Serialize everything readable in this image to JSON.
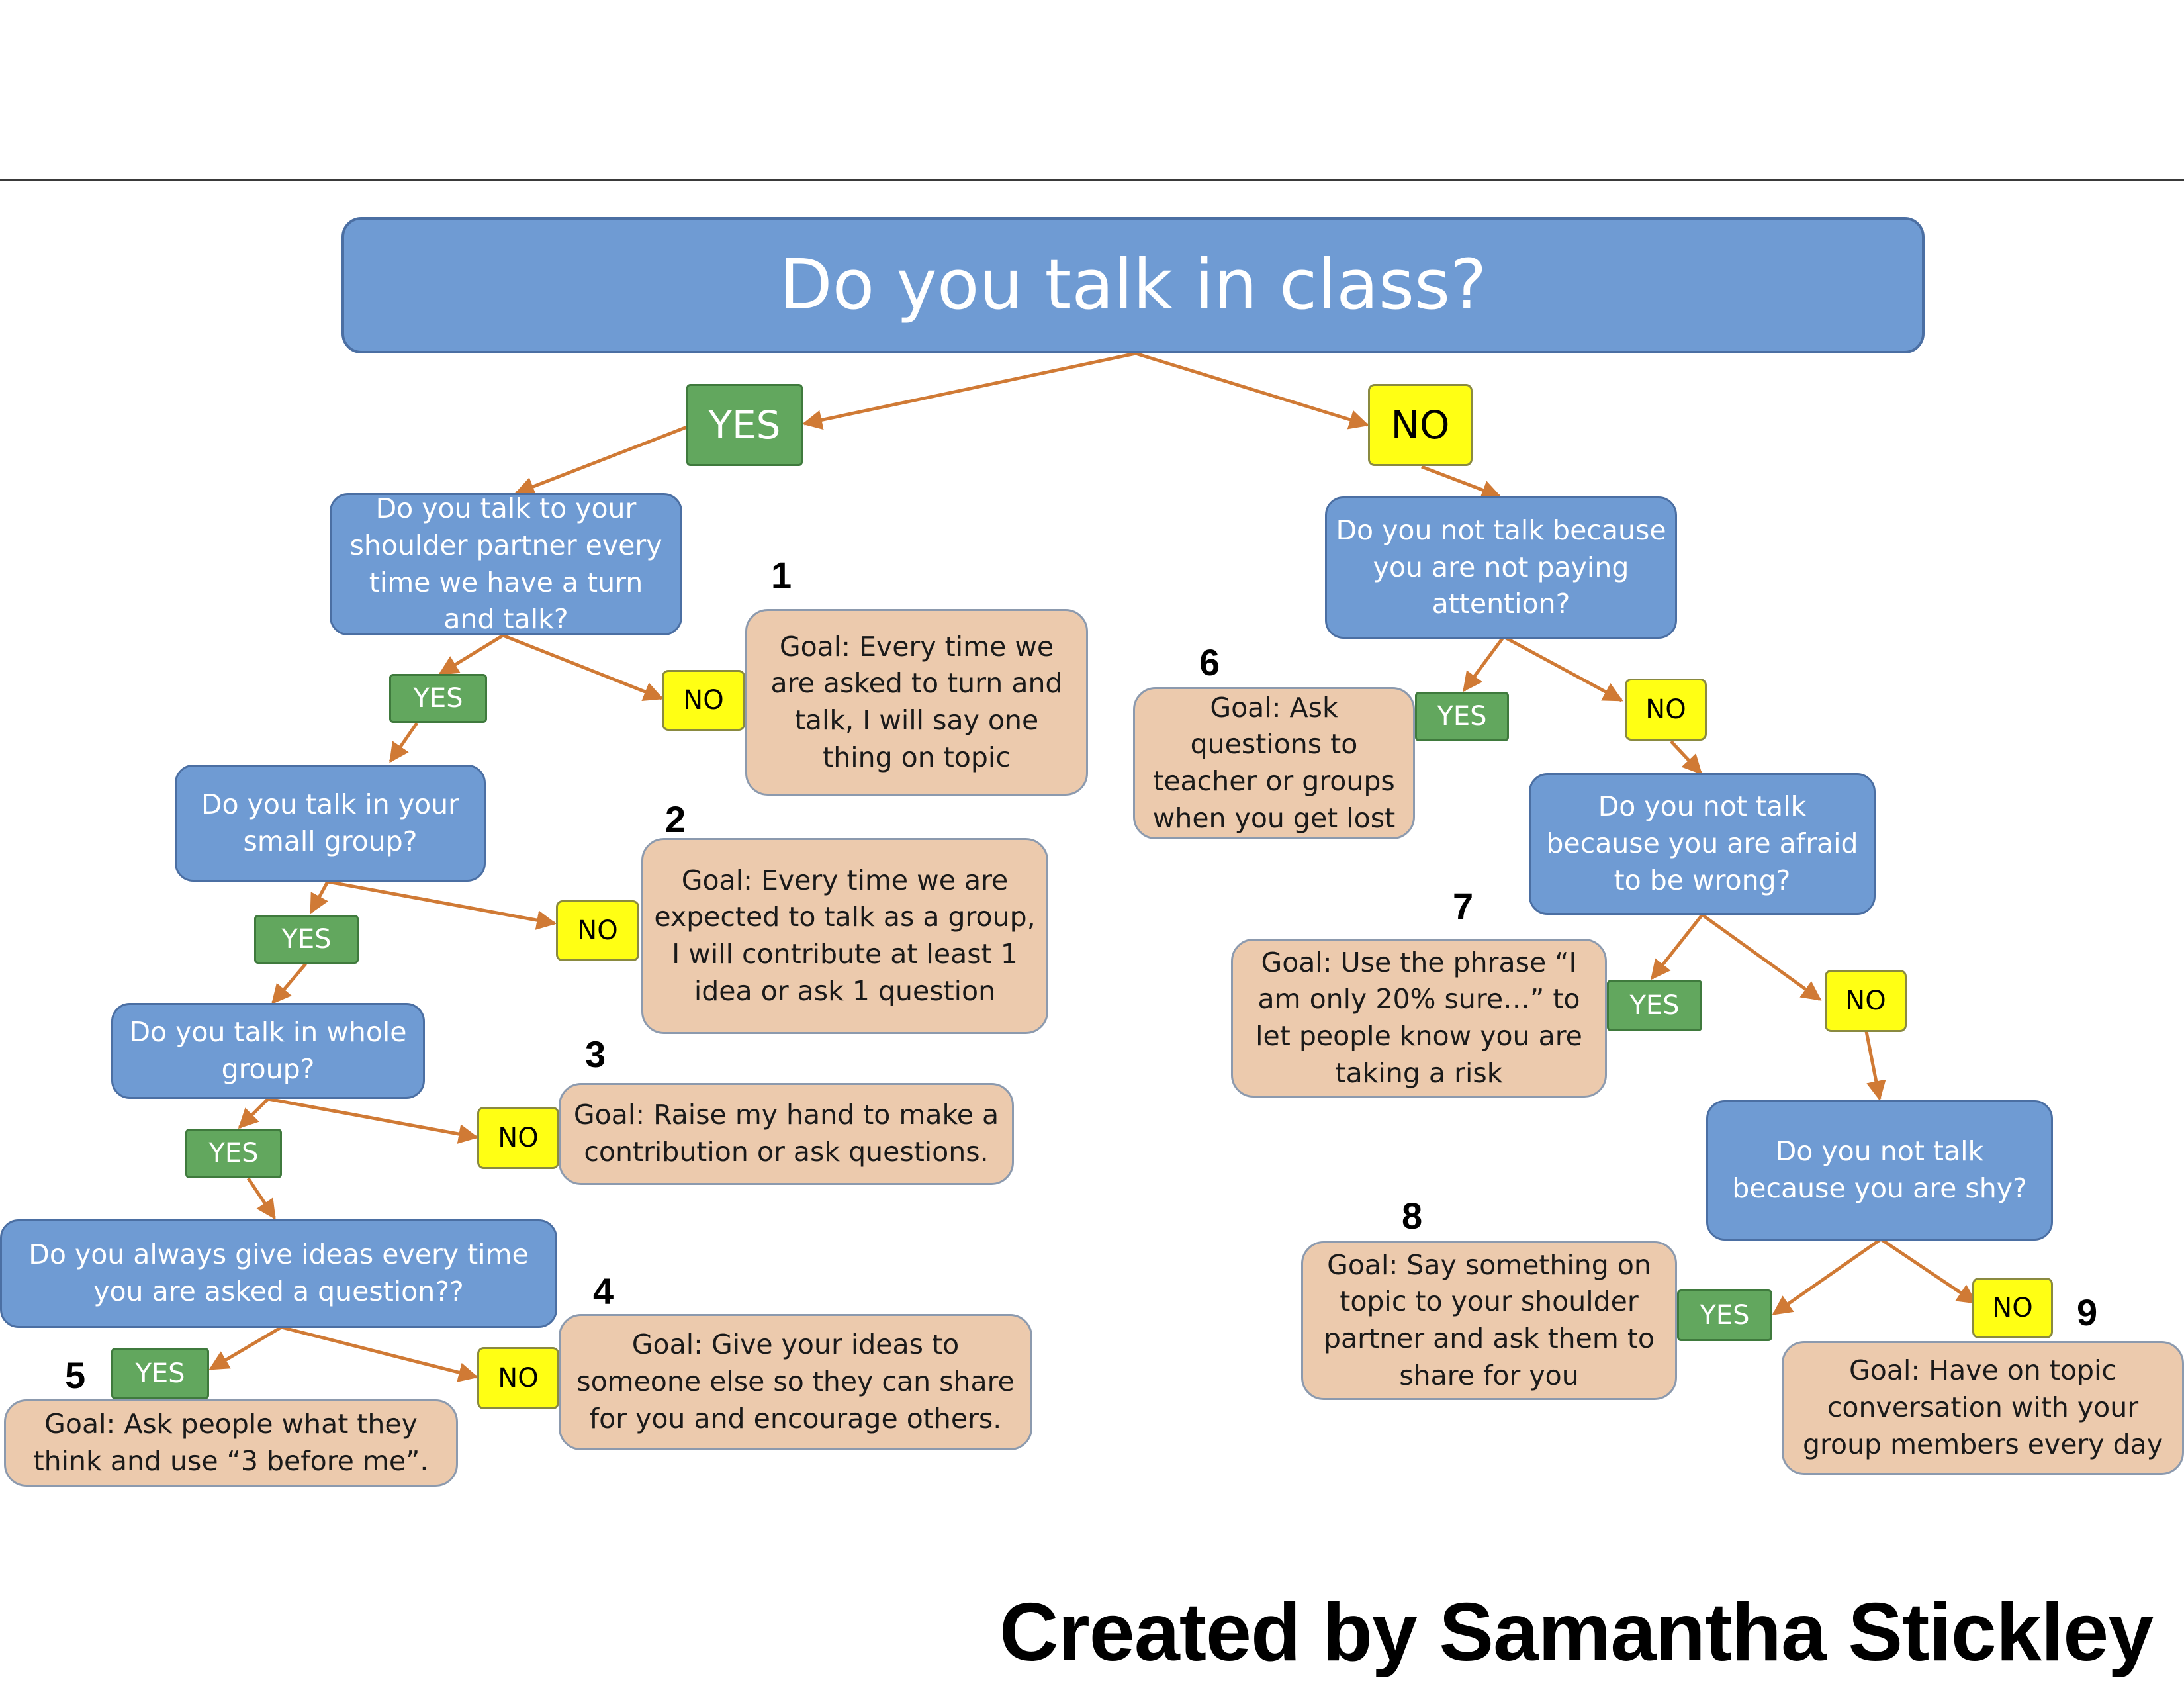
{
  "title": "Do you talk in class?",
  "credit": "Created by Samantha Stickley",
  "answers": {
    "yes": "YES",
    "no": "NO"
  },
  "questions": {
    "q1": "Do you talk to your shoulder partner every time we have a turn and talk?",
    "q2": "Do you talk in your small group?",
    "q3": "Do you talk in whole group?",
    "q4": "Do you always give ideas every time you are asked a question??",
    "q5": "Do you not talk because you are not paying attention?",
    "q6": "Do you not talk because you are afraid to be wrong?",
    "q7": "Do you not talk because you are shy?"
  },
  "goals": [
    {
      "number": "1",
      "text": "Goal: Every time we are asked to turn and talk,  I will say one thing on topic"
    },
    {
      "number": "2",
      "text": "Goal: Every time we are expected to talk as a group, I will contribute at least 1 idea or ask 1 question"
    },
    {
      "number": "3",
      "text": "Goal: Raise my hand to make a contribution or ask questions."
    },
    {
      "number": "4",
      "text": "Goal: Give your ideas to someone else so they can share for you and encourage others."
    },
    {
      "number": "5",
      "text": "Goal: Ask people what they think and use “3 before me”."
    },
    {
      "number": "6",
      "text": "Goal: Ask questions to teacher or groups when you get lost"
    },
    {
      "number": "7",
      "text": "Goal: Use the phrase “I am only 20% sure…” to let people know you are taking a risk"
    },
    {
      "number": "8",
      "text": "Goal: Say something on topic to your shoulder partner and ask them to share for you"
    },
    {
      "number": "9",
      "text": "Goal: Have on topic conversation with your group members every day"
    }
  ],
  "colors": {
    "question_fill": "#6f9bd3",
    "goal_fill": "#eccaad",
    "yes_fill": "#62a75e",
    "no_fill": "#ffff14",
    "arrow": "#d07a35"
  }
}
